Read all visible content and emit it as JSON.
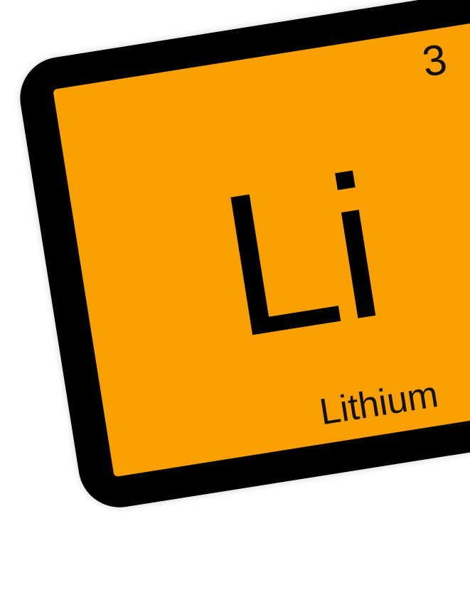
{
  "element": {
    "atomic_number": "3",
    "symbol": "Li",
    "name": "Lithium"
  },
  "colors": {
    "tile_fill": "#F7A000",
    "tile_border": "#000000",
    "text": "#000000",
    "background": "#FFFFFF"
  }
}
